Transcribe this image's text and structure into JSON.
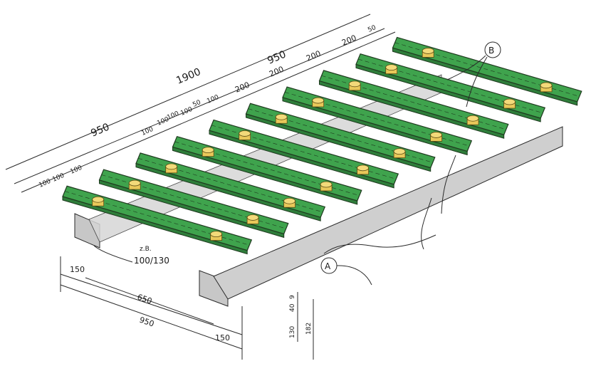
{
  "colors": {
    "board_fill": "#3fa34d",
    "board_stroke": "#1f3a1f",
    "beam_top": "#d9d9d9",
    "beam_side": "#bdbdbd",
    "post_fill": "#e9c85a",
    "post_top": "#f3da7a",
    "line": "#2a2a2a"
  },
  "top_dimensions": {
    "overall": "1900",
    "half_left": "950",
    "half_right": "950",
    "left_spacings": [
      "100",
      "100",
      "100",
      "100",
      "100",
      "100",
      "100"
    ],
    "mid_small": [
      "50",
      "100"
    ],
    "right_spacings": [
      "200",
      "200",
      "200",
      "200"
    ],
    "edge_right": "50"
  },
  "bottom_dimensions": {
    "width_total": "950",
    "width_inner": "650",
    "end_left": "150",
    "end_right": "150",
    "height_total": "182",
    "height_beam": "130",
    "height_board": "40",
    "height_gap": "9"
  },
  "callouts": {
    "beam_section_prefix": "z.B.",
    "beam_section": "100/130",
    "label_a": "A",
    "label_b": "B"
  },
  "icons": {
    "label_a_marker": "circle-letter-icon",
    "label_b_marker": "circle-letter-icon"
  }
}
